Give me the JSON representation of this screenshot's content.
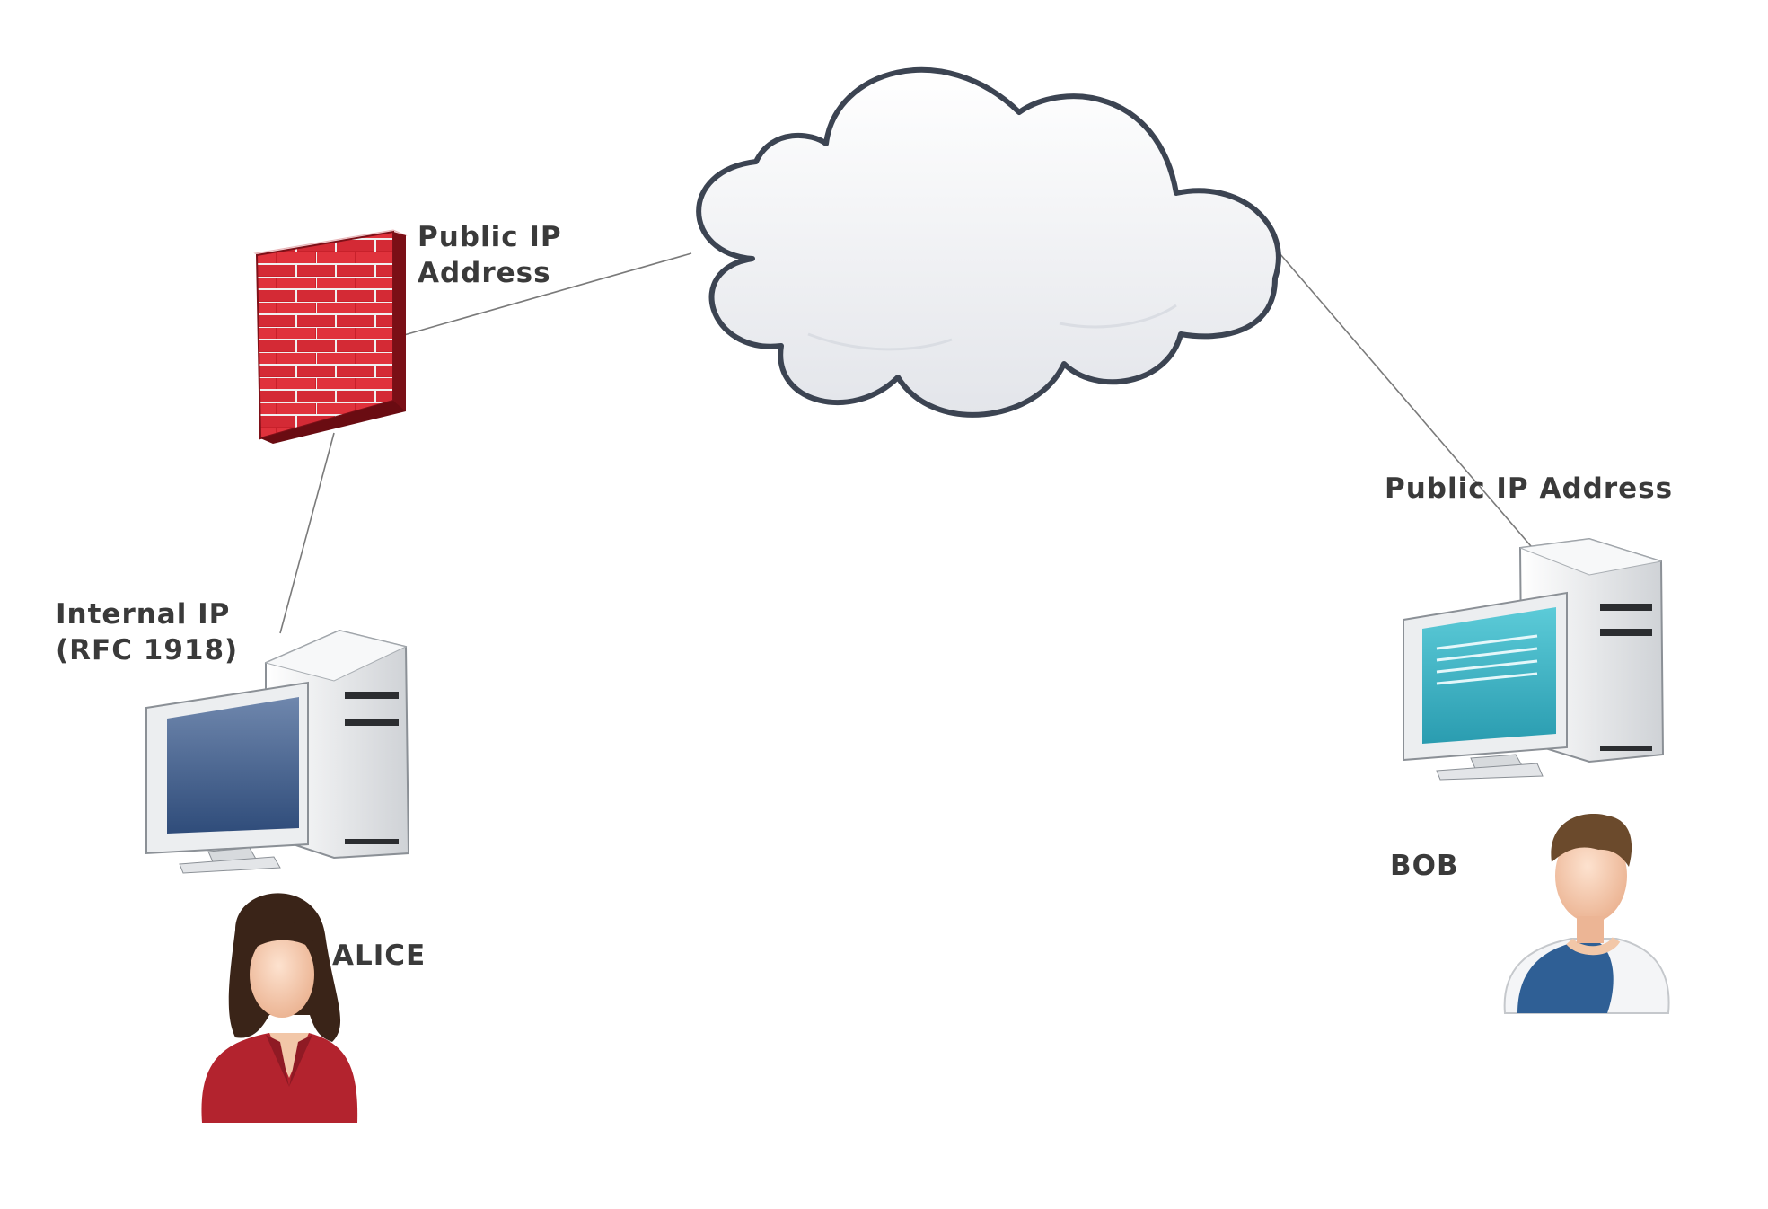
{
  "diagram": {
    "firewall_label": [
      "Public IP",
      "Address"
    ],
    "internal_label": [
      "Internal IP",
      "(RFC 1918)"
    ],
    "bob_public_label": "Public IP Address",
    "alice_name": "ALICE",
    "bob_name": "BOB"
  },
  "icons": {
    "cloud": "internet-cloud-icon",
    "firewall": "firewall-icon",
    "alice_computer": "desktop-computer-icon",
    "bob_computer": "desktop-computer-icon",
    "alice_avatar": "female-user-icon",
    "bob_avatar": "male-user-icon"
  },
  "colors": {
    "firewall_red": "#c8212b",
    "cloud_fill": "#f4f5f7",
    "cloud_stroke": "#3c4452",
    "bob_screen": "#3fb3c4",
    "alice_screen": "#3e5d8a",
    "alice_jacket": "#b3232e",
    "bob_shirt": "#2f5f95"
  }
}
